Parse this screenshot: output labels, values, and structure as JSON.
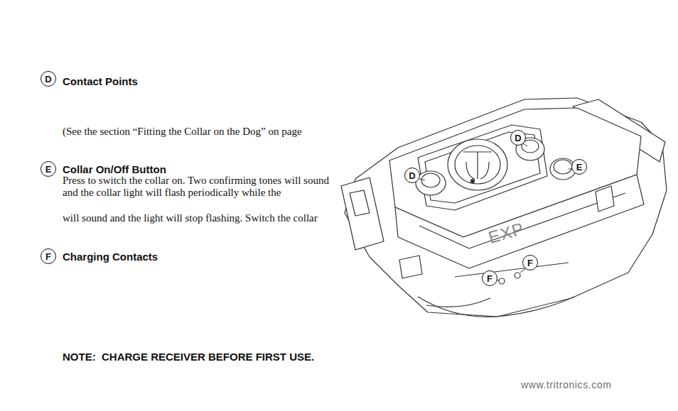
{
  "diagram": {
    "nodes": [
      {
        "text": [
          "D"
        ]
      },
      {
        "text": [
          "E"
        ]
      },
      {
        "text": [
          "F"
        ]
      },
      {
        "text": [
          "D"
        ]
      },
      {
        "text": [
          "D"
        ]
      },
      {
        "text": [
          "E"
        ]
      },
      {
        "text": [
          "F"
        ]
      },
      {
        "text": [
          "F"
        ]
      }
    ],
    "labels": [
      "Contact Points",
      "(See the section “Fitting the Collar on the Dog” on page",
      "Collar On/Off Button",
      "Press to switch the collar on. Two confirming tones will sound and the collar light will flash periodically while the",
      "will sound and the light will stop flashing. Switch the collar",
      "Charging Contacts",
      "EXP",
      "NOTE:  CHARGE RECEIVER BEFORE FIRST USE.",
      "www.tritronics.com"
    ]
  }
}
